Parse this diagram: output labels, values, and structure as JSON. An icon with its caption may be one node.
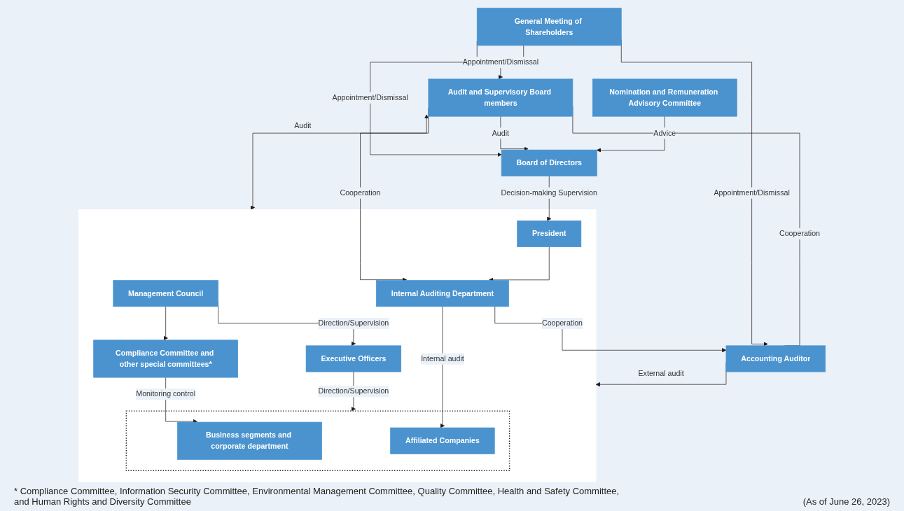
{
  "diagram": {
    "nodes": [
      {
        "text": [
          "General Meeting of Shareholders"
        ]
      },
      {
        "text": [
          "Board of Directors"
        ]
      },
      {
        "text": [
          "Audit and Supervisory Board members"
        ]
      },
      {
        "text": [
          "Accounting Auditor"
        ]
      },
      {
        "text": [
          "Nomination and Remuneration Advisory Committee"
        ]
      },
      {
        "text": [],
        "shape": "box"
      },
      {
        "text": [
          "President"
        ],
        "in": 5
      },
      {
        "text": [
          "Management Council"
        ],
        "in": 5
      },
      {
        "text": [
          "Internal Auditing Department"
        ],
        "in": 5
      },
      {
        "text": [
          "Executive Officers"
        ],
        "in": 5
      },
      {
        "text": [],
        "shape": "box",
        "in": 5
      },
      {
        "text": [
          "Business segments and corporate department"
        ],
        "in": 10
      },
      {
        "text": [
          "Compliance Committee and other special committees*"
        ],
        "in": 5
      },
      {
        "text": [
          "Affiliated Companies"
        ],
        "in": 10
      }
    ],
    "edges": [
      {
        "from": 0,
        "to": 1,
        "arrow": "to",
        "label": "Appointment/Dismissal"
      },
      {
        "from": 0,
        "to": 2,
        "arrow": "to",
        "label": "Appointment/Dismissal"
      },
      {
        "from": 0,
        "to": 3,
        "arrow": "to",
        "label": "Appointment/Dismissal"
      },
      {
        "from": 2,
        "to": 1,
        "arrow": "to",
        "label": "Audit"
      },
      {
        "from": 2,
        "to": 3,
        "arrow": "none",
        "label": "Cooperation"
      },
      {
        "from": 4,
        "to": 1,
        "arrow": "to",
        "label": "Advice"
      },
      {
        "from": 1,
        "to": 6,
        "arrow": "to",
        "label": "Decision-making Supervision"
      },
      {
        "from": 2,
        "to": 5,
        "arrow": "to",
        "label": "Audit"
      },
      {
        "from": 2,
        "to": 8,
        "arrow": "both",
        "label": "Cooperation"
      },
      {
        "from": 6,
        "to": 8,
        "arrow": "to"
      },
      {
        "from": 7,
        "to": 12,
        "arrow": "to"
      },
      {
        "from": 8,
        "to": 3,
        "arrow": "to",
        "label": "Cooperation"
      },
      {
        "from": 3,
        "to": 5,
        "arrow": "to",
        "label": "External audit"
      },
      {
        "from": 7,
        "to": 9,
        "arrow": "to",
        "label": "Direction/Supervision"
      },
      {
        "from": 9,
        "to": 10,
        "arrow": "to",
        "label": "Direction/Supervision"
      },
      {
        "from": 12,
        "to": 11,
        "arrow": "to",
        "label": "Monitoring control"
      },
      {
        "from": 8,
        "to": 13,
        "arrow": "to",
        "label": "Internal audit"
      }
    ],
    "labels": [
      "* Compliance Committee, Information Security Committee, Environmental Management Committee, Quality Committee, Health and Safety Committee, and Human Rights and Diversity Committee",
      "(As of June 26, 2023)"
    ]
  }
}
